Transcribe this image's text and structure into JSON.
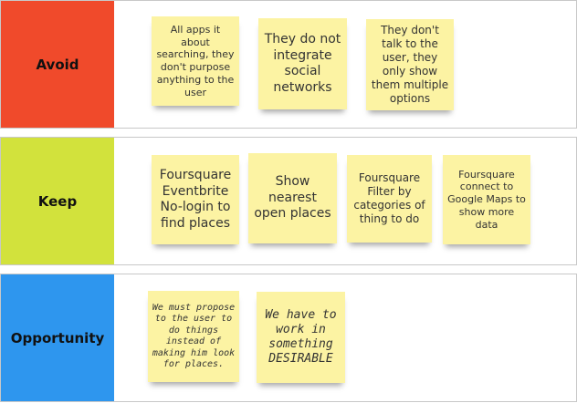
{
  "rows": [
    {
      "label": "Avoid",
      "color": "#f04a2b",
      "notes": [
        "All apps it about searching, they don't purpose anything to the user",
        "They do not integrate social networks",
        "They don't talk to the user, they only show them multiple options"
      ]
    },
    {
      "label": "Keep",
      "color": "#d2e23c",
      "notes": [
        "Foursquare Eventbrite No-login to find places",
        "Show nearest open places",
        "Foursquare Filter by categories of thing to do",
        "Foursquare connect to Google Maps to show more data"
      ]
    },
    {
      "label": "Opportunity",
      "color": "#2e96ee",
      "notes": [
        "We must propose to the user to do things instead of making him look for places.",
        "We have to work in something DESIRABLE"
      ]
    }
  ]
}
